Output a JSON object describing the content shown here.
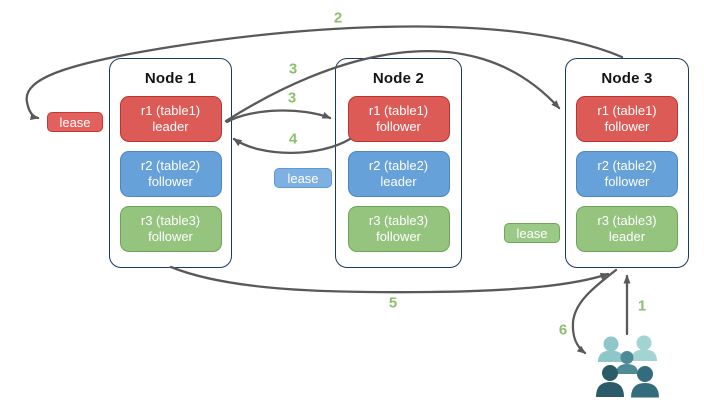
{
  "nodes": [
    {
      "title": "Node 1",
      "replicas": [
        {
          "name": "r1 (table1)",
          "role": "leader",
          "color": "red"
        },
        {
          "name": "r2 (table2)",
          "role": "follower",
          "color": "blue"
        },
        {
          "name": "r3 (table3)",
          "role": "follower",
          "color": "green"
        }
      ]
    },
    {
      "title": "Node 2",
      "replicas": [
        {
          "name": "r1 (table1)",
          "role": "follower",
          "color": "red"
        },
        {
          "name": "r2 (table2)",
          "role": "leader",
          "color": "blue"
        },
        {
          "name": "r3 (table3)",
          "role": "follower",
          "color": "green"
        }
      ]
    },
    {
      "title": "Node 3",
      "replicas": [
        {
          "name": "r1 (table1)",
          "role": "follower",
          "color": "red"
        },
        {
          "name": "r2 (table2)",
          "role": "follower",
          "color": "blue"
        },
        {
          "name": "r3 (table3)",
          "role": "leader",
          "color": "green"
        }
      ]
    }
  ],
  "leases": [
    {
      "label": "lease",
      "color": "red"
    },
    {
      "label": "lease",
      "color": "blue"
    },
    {
      "label": "lease",
      "color": "green"
    }
  ],
  "steps": [
    {
      "label": "1"
    },
    {
      "label": "2"
    },
    {
      "label": "3"
    },
    {
      "label": "3"
    },
    {
      "label": "4"
    },
    {
      "label": "5"
    },
    {
      "label": "6"
    }
  ],
  "icons": {
    "users": "users-icon"
  },
  "colors": {
    "replica_red": "#dc5b57",
    "replica_red_border": "#bd332e",
    "replica_blue": "#67a1da",
    "replica_blue_border": "#4c86c3",
    "replica_green": "#94c47d",
    "replica_green_border": "#6fa458",
    "node_border": "#1b3a5f",
    "arrow_gray": "#595959",
    "step_green": "#8cbf6e",
    "users_light_teal": "#8ec6c9",
    "users_mid_teal": "#4d8b96",
    "users_dark_teal": "#2b5a68"
  }
}
